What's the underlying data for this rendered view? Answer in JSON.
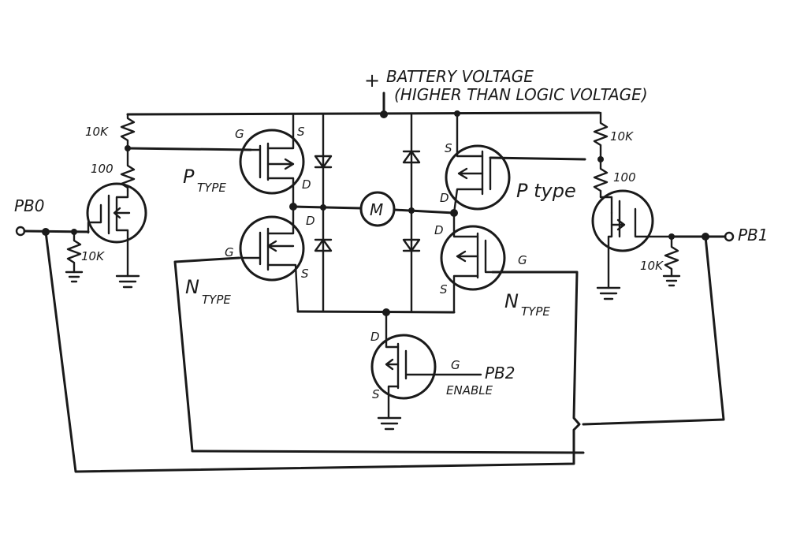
{
  "supply": {
    "plus": "+",
    "line1": "BATTERY VOLTAGE",
    "line2": "(HIGHER THAN LOGIC VOLTAGE)"
  },
  "ports": {
    "pb0": "PB0",
    "pb1": "PB1",
    "pb2": "PB2",
    "enable": "ENABLE"
  },
  "motor": "M",
  "labels": {
    "p_type_left_main": "P",
    "p_type_left_sub": "TYPE",
    "p_type_right": "P type",
    "n_type_left_main": "N",
    "n_type_left_sub": "TYPE",
    "n_type_right_main": "N",
    "n_type_right_sub": "TYPE"
  },
  "resistors": {
    "left_pullup": "10K",
    "left_gate": "100",
    "left_pulldown": "10K",
    "right_pullup": "10K",
    "right_gate": "100",
    "right_pulldown": "10K"
  },
  "pins": {
    "g": "G",
    "s": "S",
    "d": "D"
  }
}
